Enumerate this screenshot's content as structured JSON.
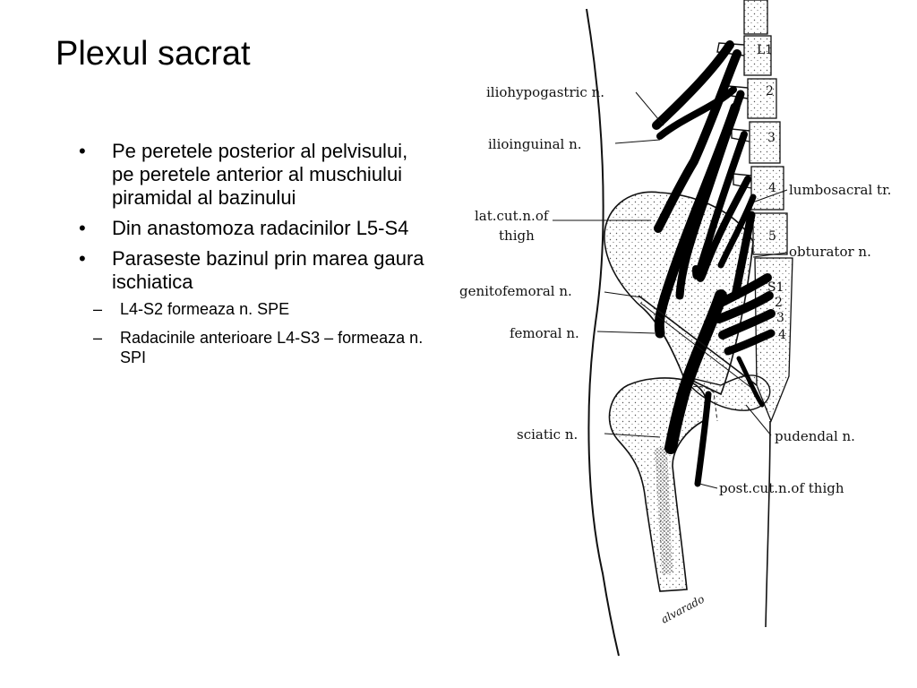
{
  "slide": {
    "title": "Plexul sacrat",
    "bullets": [
      {
        "text": "Pe peretele posterior al pelvisului, pe peretele anterior al muschiului piramidal al bazinului"
      },
      {
        "text": "Din anastomoza radacinilor L5-S4"
      },
      {
        "text": "Paraseste bazinul prin marea gaura ischiatica",
        "sub": [
          "L4-S2  formeaza n. SPE",
          "Radacinile anterioare L4-S3 – formeaza n. SPI"
        ]
      }
    ],
    "bullet_glyph": "•",
    "dash_glyph": "–"
  },
  "figure": {
    "labels": {
      "iliohypogastric": "iliohypogastric n.",
      "ilioinguinal": "ilioinguinal n.",
      "latcut_line1": "lat.cut.n.of",
      "latcut_line2": "thigh",
      "genitofemoral": "genitofemoral n.",
      "femoral": "femoral n.",
      "sciatic": "sciatic n.",
      "lumbosacral": "lumbosacral tr.",
      "obturator": "obturator n.",
      "pudendal": "pudendal n.",
      "postcut": "post.cut.n.of thigh",
      "signature": "alvarado"
    },
    "vertebrae": [
      "L1",
      "2",
      "3",
      "4",
      "5",
      "S1",
      "2",
      "3",
      "4"
    ]
  }
}
